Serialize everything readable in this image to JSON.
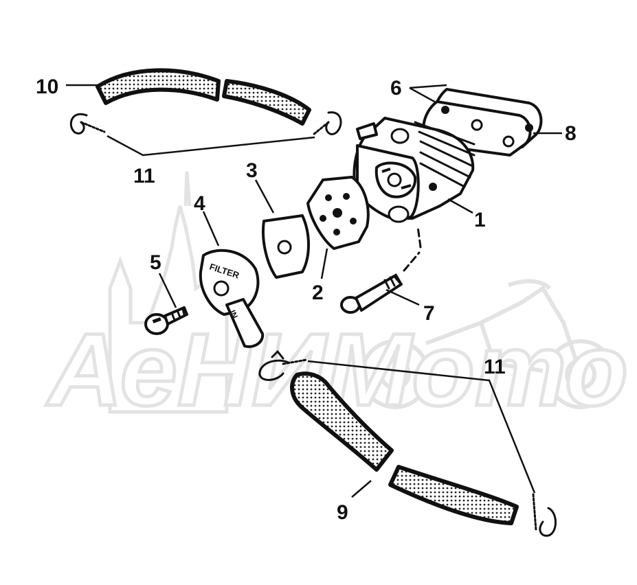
{
  "watermark": {
    "brand": "АеНИМото"
  },
  "callouts": {
    "c1": "1",
    "c2": "2",
    "c3": "3",
    "c4": "4",
    "c5": "5",
    "c6": "6",
    "c7": "7",
    "c8": "8",
    "c9": "9",
    "c10": "10",
    "c11_top": "11",
    "c11_bottom": "11"
  },
  "parts": {
    "filter_cap_text": "FILTER",
    "filter_tube_text": "IN"
  },
  "colors": {
    "ink": "#111111",
    "watermark": "#e3e3e3",
    "background": "#ffffff"
  }
}
